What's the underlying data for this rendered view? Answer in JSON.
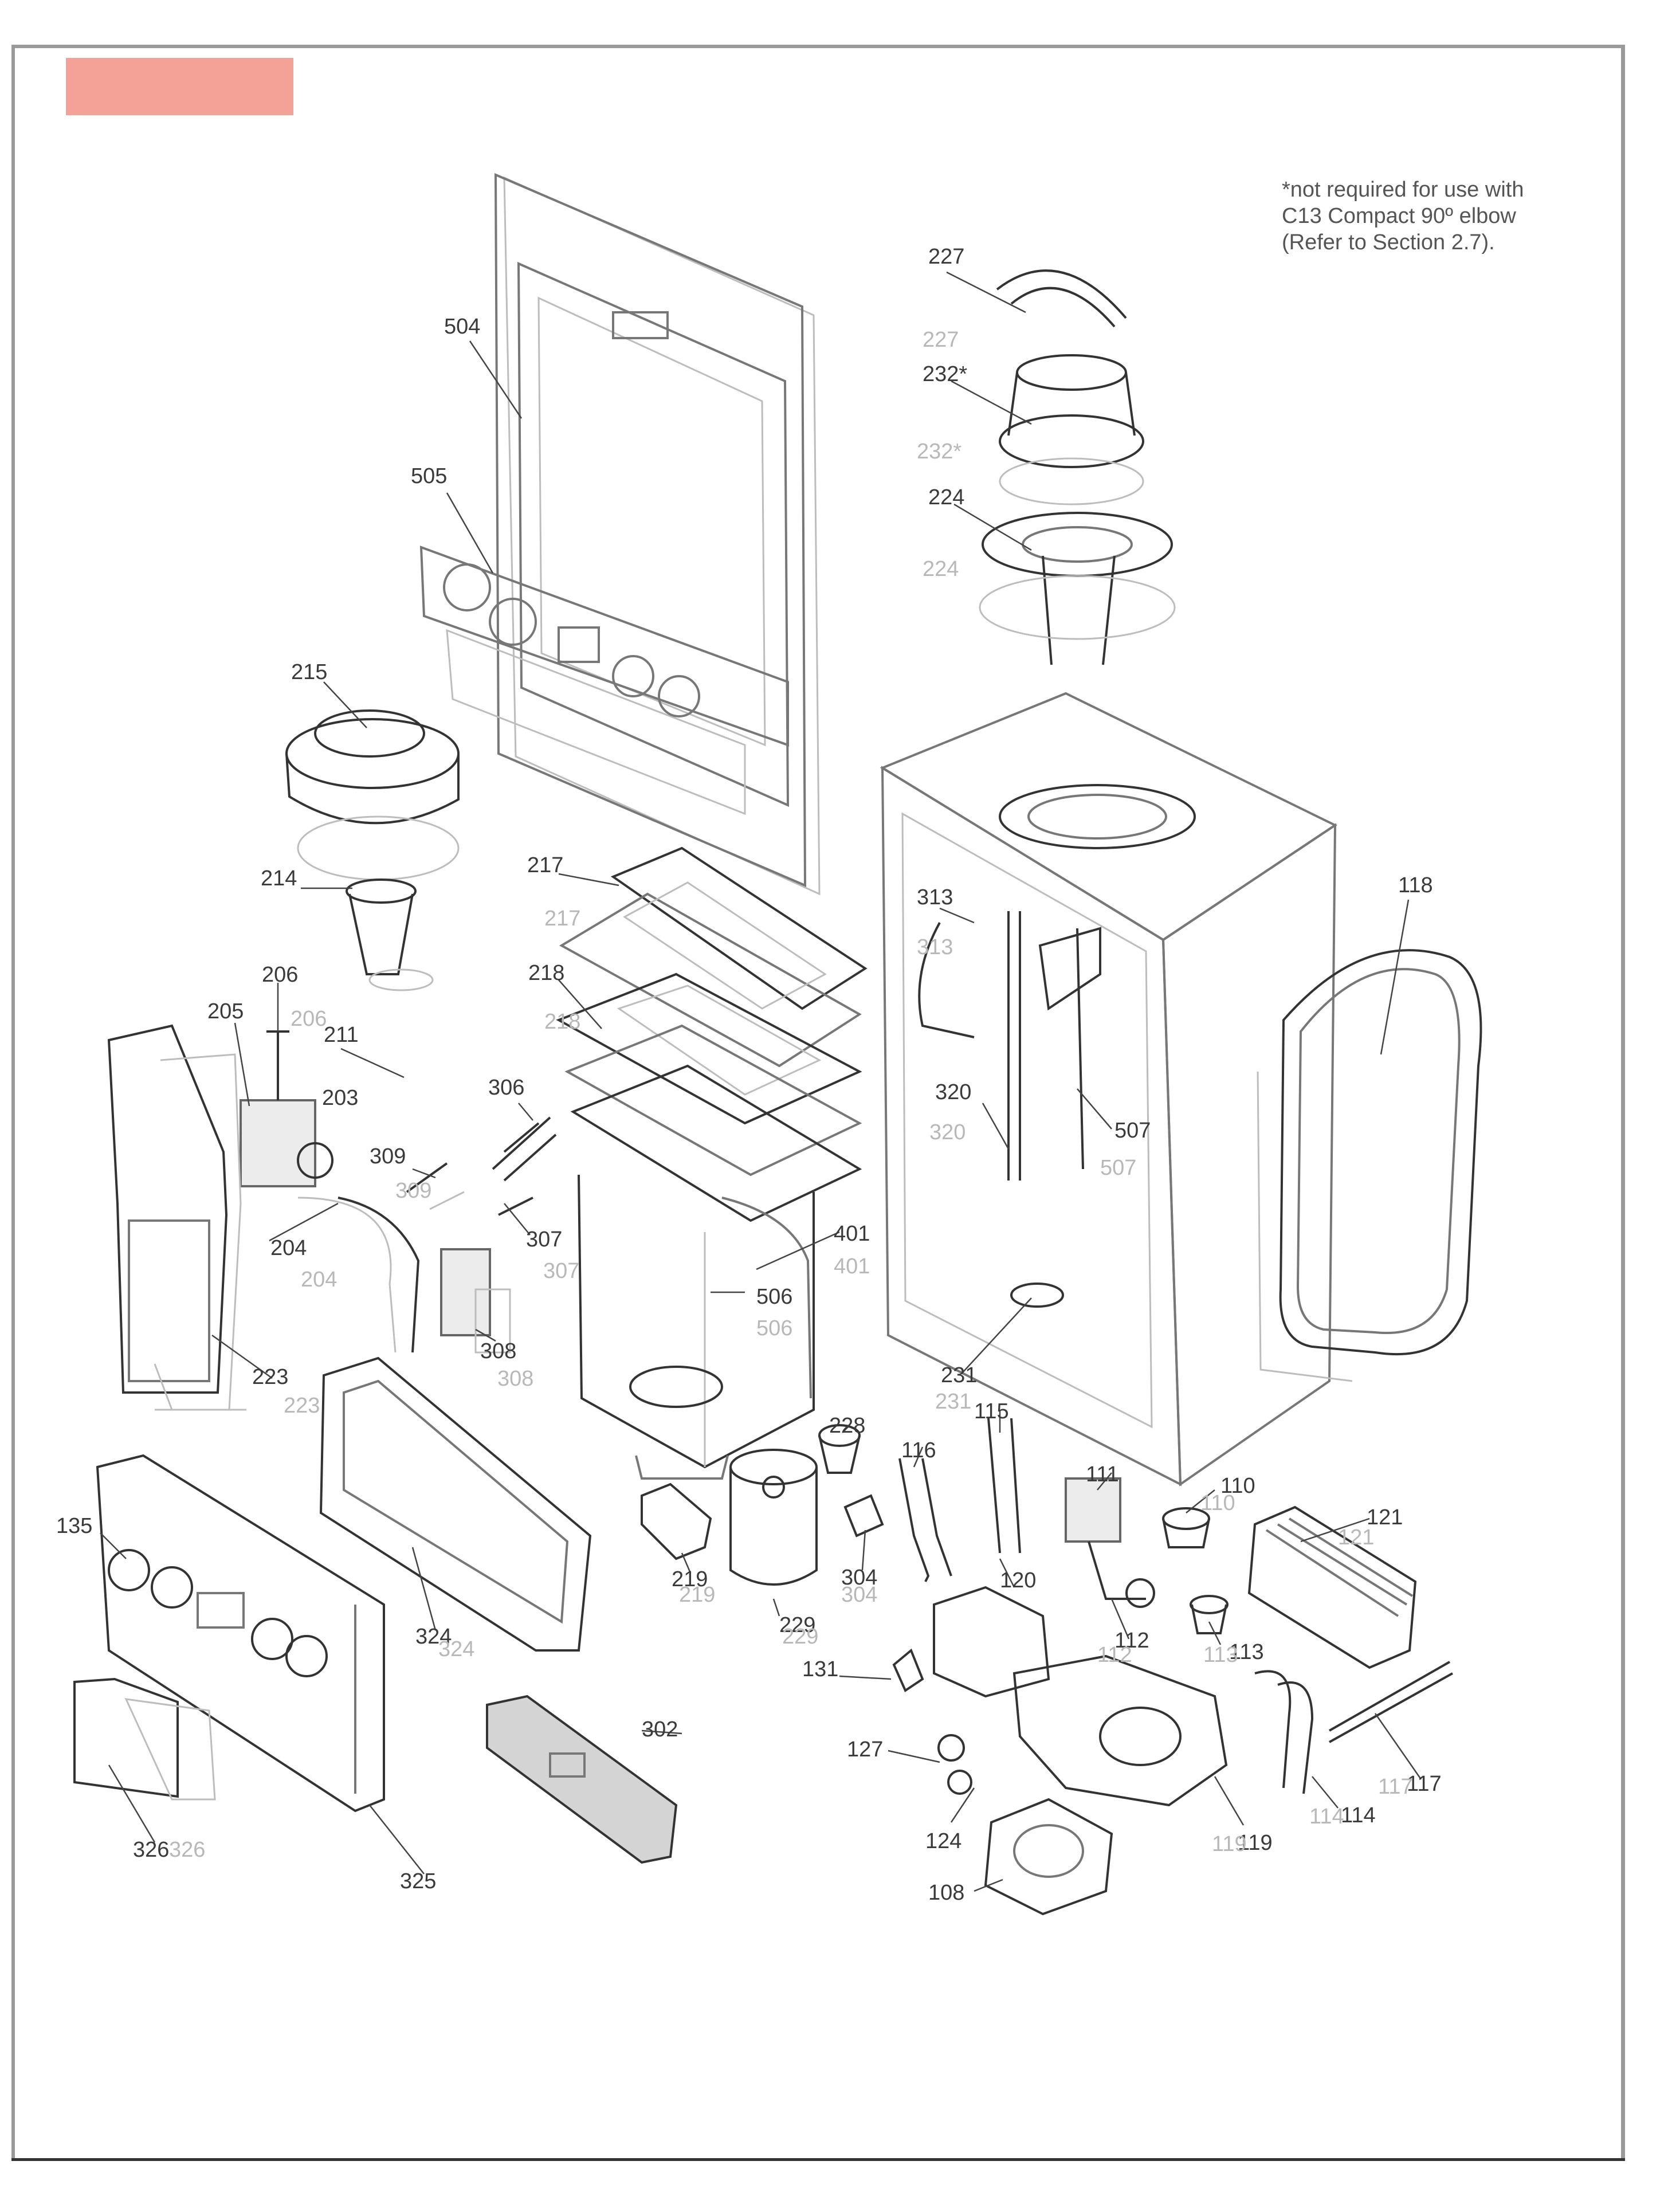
{
  "note": {
    "lines": [
      "*not required for use with",
      "C13 Compact 90º elbow",
      "(Refer to Section 2.7)."
    ]
  },
  "colors": {
    "tag": "#f4a198",
    "frame": "#9a9a9a",
    "line": "#333333"
  },
  "callouts": {
    "c227": "227",
    "c227g": "227",
    "c232": "232*",
    "c232g": "232*",
    "c224": "224",
    "c224g": "224",
    "c504": "504",
    "c505": "505",
    "c215": "215",
    "c214": "214",
    "c206": "206",
    "c206g": "206",
    "c205": "205",
    "c211": "211",
    "c203": "203",
    "c217": "217",
    "c217g": "217",
    "c218": "218",
    "c218g": "218",
    "c313": "313",
    "c313g": "313",
    "c118": "118",
    "c306": "306",
    "c309": "309",
    "c309g": "309",
    "c320": "320",
    "c320g": "320",
    "c507": "507",
    "c507g": "507",
    "c204": "204",
    "c204g": "204",
    "c307": "307",
    "c307g": "307",
    "c401": "401",
    "c401g": "401",
    "c506": "506",
    "c506g": "506",
    "c308": "308",
    "c308g": "308",
    "c223": "223",
    "c223g": "223",
    "c231": "231",
    "c231g": "231",
    "c115": "115",
    "c228": "228",
    "c116": "116",
    "c111": "111",
    "c110": "110",
    "c110g": "110",
    "c121": "121",
    "c121g": "121",
    "c135": "135",
    "c219": "219",
    "c219g": "219",
    "c304": "304",
    "c304g": "304",
    "c229": "229",
    "c229g": "229",
    "c120": "120",
    "c324": "324",
    "c324g": "324",
    "c112": "112",
    "c112g": "112",
    "c113": "113",
    "c113g": "113",
    "c131": "131",
    "c302": "302",
    "c127": "127",
    "c117": "117",
    "c117g": "117",
    "c114": "114",
    "c114g": "114",
    "c124": "124",
    "c119": "119",
    "c119g": "119",
    "c326": "326",
    "c326g": "326",
    "c325": "325",
    "c108": "108"
  }
}
